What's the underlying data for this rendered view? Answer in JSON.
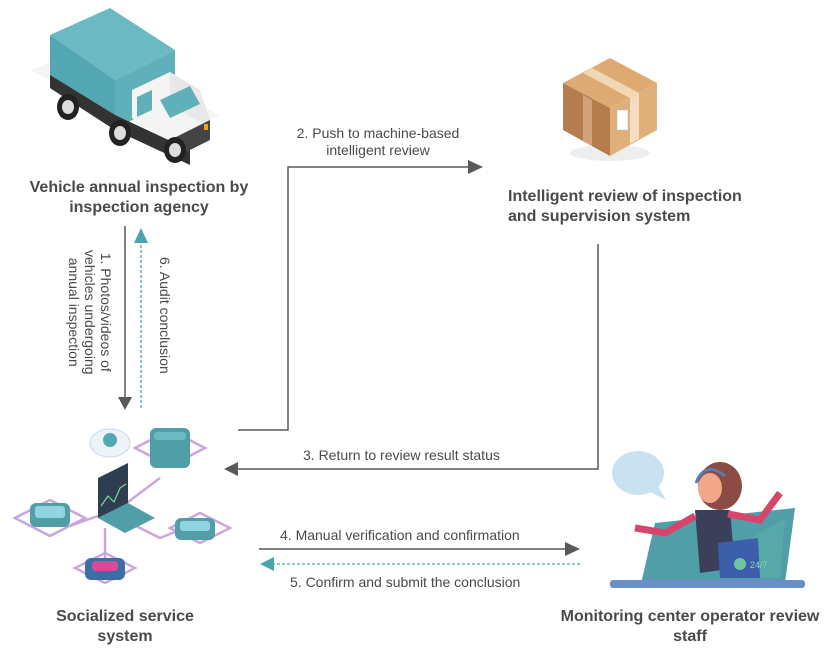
{
  "colors": {
    "solid_arrow": "#595959",
    "dashed_arrow": "#4aa3ad",
    "text": "#4a4a4a",
    "teal": "#52a7b3",
    "box_tan": "#d9a66f"
  },
  "nodes": {
    "vehicle": {
      "label_line1": "Vehicle annual inspection by",
      "label_line2": "inspection agency",
      "icon": "truck-icon"
    },
    "intelligent_review": {
      "label_line1": "Intelligent review of inspection",
      "label_line2": "and supervision system",
      "icon": "package-box-icon"
    },
    "socialized": {
      "label_line1": "Socialized service",
      "label_line2": "system",
      "icon": "server-network-icon"
    },
    "monitoring": {
      "label_line1": "Monitoring center operator review",
      "label_line2": "staff",
      "icon": "operator-headset-icon"
    }
  },
  "edges": {
    "e1": {
      "line1": "1. Photos/videos of",
      "line2": "vehicles undergoing",
      "line3": "annual inspection",
      "style": "solid"
    },
    "e2": {
      "line1": "2. Push to machine-based",
      "line2": "intelligent review",
      "style": "solid"
    },
    "e3": {
      "line1": "3. Return to review result status",
      "style": "solid"
    },
    "e4": {
      "line1": "4. Manual verification and confirmation",
      "style": "solid"
    },
    "e5": {
      "line1": "5. Confirm and submit the conclusion",
      "style": "dashed"
    },
    "e6": {
      "line1": "6. Audit conclusion",
      "style": "dashed"
    }
  },
  "badge_247": "24/7"
}
